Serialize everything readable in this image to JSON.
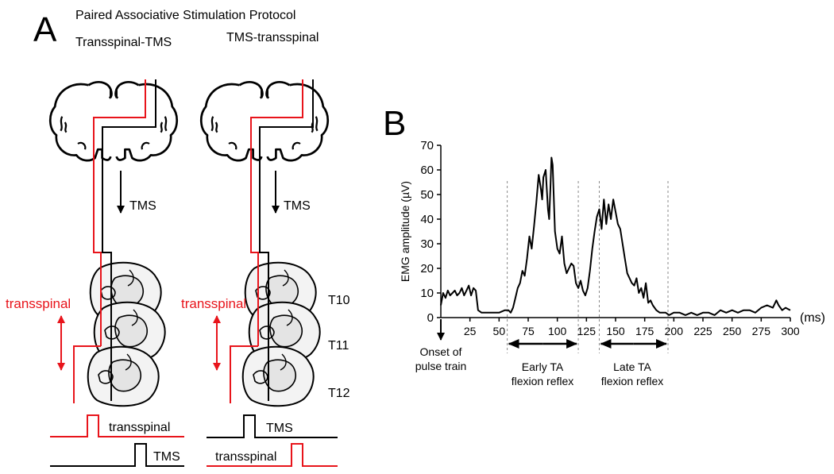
{
  "panel_a": {
    "letter": "A",
    "title": "Paired Associative Stimulation Protocol",
    "left_title": "Transspinal-TMS",
    "right_title": "TMS-transspinal",
    "tms_arrow_label": "TMS",
    "transspinal_label": "transspinal",
    "levels": [
      "T10",
      "T11",
      "T12"
    ],
    "left_pulses": {
      "top": "transspinal",
      "bottom": "TMS"
    },
    "right_pulses": {
      "top": "TMS",
      "bottom": "transspinal"
    },
    "colors": {
      "transspinal": "#e8141b",
      "tms": "#000000"
    }
  },
  "panel_b": {
    "letter": "B",
    "onset_label_1": "Onset of",
    "onset_label_2": "pulse train",
    "early_label_1": "Early TA",
    "early_label_2": "flexion reflex",
    "late_label_1": "Late TA",
    "late_label_2": "flexion reflex"
  },
  "chart_data": {
    "type": "line",
    "ylabel": "EMG amplitude (µV)",
    "xlabel": "(ms)",
    "xlim": [
      0,
      300
    ],
    "ylim": [
      0,
      70
    ],
    "xticks": [
      25,
      50,
      75,
      100,
      125,
      150,
      175,
      200,
      225,
      250,
      275,
      300
    ],
    "yticks": [
      0,
      10,
      20,
      30,
      40,
      50,
      60,
      70
    ],
    "window_lines_ms": [
      57,
      118,
      136,
      195
    ],
    "grid": false,
    "series": [
      {
        "color": "#000000",
        "x": [
          0,
          2,
          4,
          6,
          8,
          10,
          12,
          14,
          16,
          18,
          20,
          22,
          24,
          26,
          28,
          30,
          32,
          35,
          40,
          45,
          50,
          55,
          58,
          60,
          62,
          64,
          66,
          68,
          70,
          72,
          74,
          76,
          78,
          80,
          82,
          84,
          86,
          87,
          88,
          90,
          92,
          93,
          94,
          95,
          96,
          97,
          98,
          100,
          102,
          104,
          106,
          108,
          110,
          112,
          114,
          116,
          118,
          120,
          122,
          124,
          126,
          128,
          130,
          132,
          134,
          136,
          138,
          140,
          142,
          144,
          146,
          148,
          150,
          152,
          154,
          156,
          158,
          160,
          162,
          164,
          166,
          168,
          170,
          172,
          174,
          176,
          178,
          180,
          182,
          185,
          188,
          190,
          193,
          196,
          200,
          205,
          210,
          215,
          220,
          225,
          230,
          235,
          240,
          245,
          250,
          255,
          260,
          265,
          270,
          275,
          280,
          285,
          288,
          290,
          293,
          296,
          300
        ],
        "y": [
          5,
          10,
          8,
          11,
          9,
          10,
          11,
          9,
          10,
          12,
          9,
          11,
          13,
          9,
          12,
          11,
          3,
          2,
          2,
          2,
          2,
          3,
          3,
          2,
          4,
          8,
          12,
          14,
          19,
          17,
          24,
          33,
          28,
          37,
          47,
          58,
          52,
          48,
          57,
          60,
          44,
          40,
          52,
          65,
          62,
          48,
          35,
          28,
          26,
          33,
          22,
          18,
          20,
          22,
          21,
          14,
          12,
          15,
          11,
          9,
          12,
          19,
          28,
          35,
          41,
          44,
          36,
          48,
          38,
          46,
          40,
          48,
          43,
          38,
          36,
          30,
          24,
          18,
          16,
          14,
          13,
          16,
          10,
          12,
          8,
          14,
          6,
          7,
          5,
          3,
          2,
          2,
          2,
          1,
          2,
          2,
          1,
          2,
          1,
          2,
          2,
          1,
          3,
          2,
          3,
          2,
          3,
          3,
          2,
          4,
          5,
          4,
          7,
          5,
          3,
          4,
          3
        ]
      }
    ]
  }
}
